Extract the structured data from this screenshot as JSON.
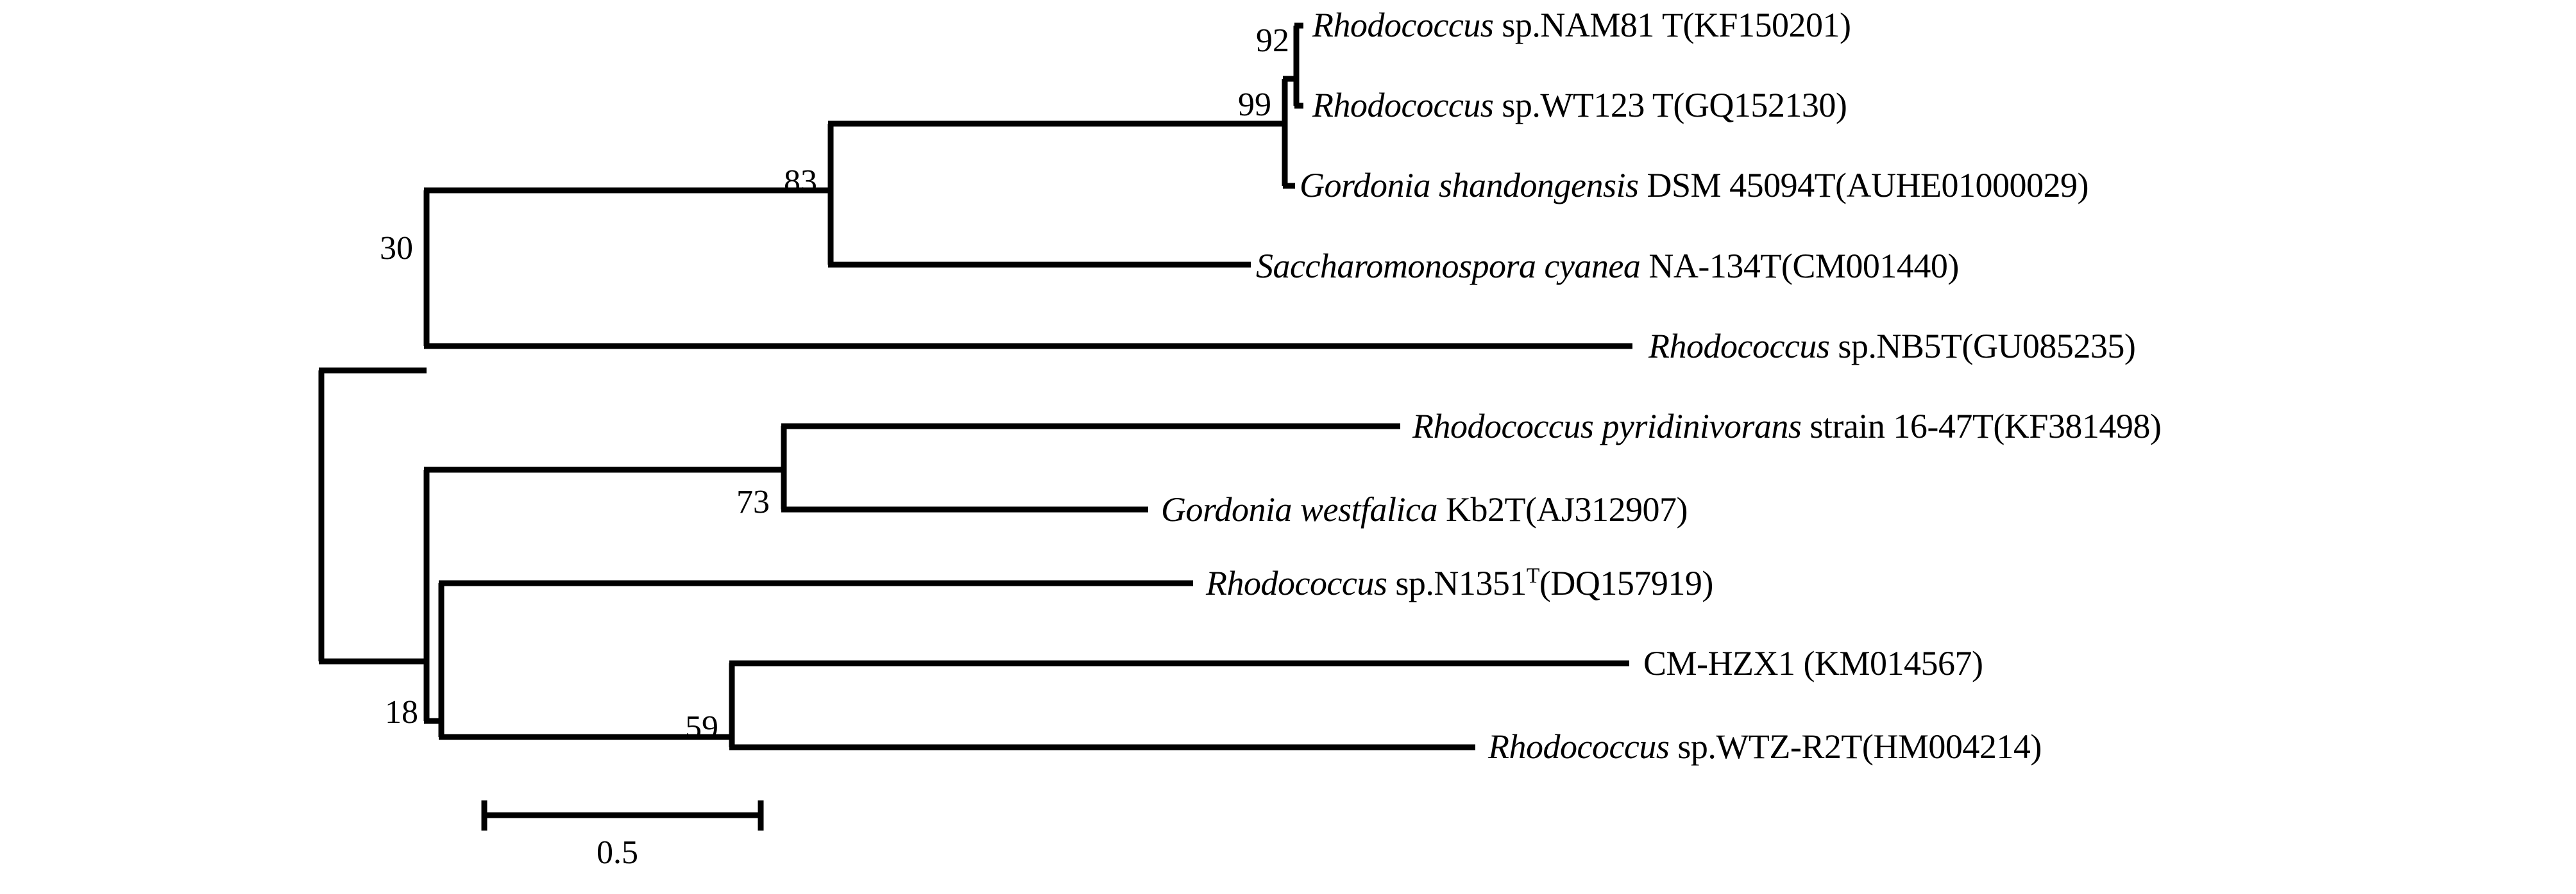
{
  "figure": {
    "kind": "phylogenetic-tree",
    "orientation": "left-to-right",
    "line_color": "#000000",
    "background_color": "#ffffff"
  },
  "taxa": [
    {
      "id": "nam81",
      "genus": "Rhodococcus",
      "rest": " sp.NAM81 T(KF150201)",
      "full": "Rhodococcus sp.NAM81 T(KF150201)"
    },
    {
      "id": "wt123",
      "genus": "Rhodococcus",
      "rest": " sp.WT123 T(GQ152130)",
      "full": "Rhodococcus sp.WT123 T(GQ152130)"
    },
    {
      "id": "shandongensis",
      "genus": "Gordonia shandongensis",
      "rest": " DSM 45094T(AUHE01000029)",
      "full": "Gordonia shandongensis DSM 45094T(AUHE01000029)"
    },
    {
      "id": "cyanea",
      "genus": "Saccharomonospora cyanea",
      "rest": " NA-134T(CM001440)",
      "full": "Saccharomonospora cyanea NA-134T(CM001440)"
    },
    {
      "id": "nb5t",
      "genus": "Rhodococcus",
      "rest": " sp.NB5T(GU085235)",
      "full": "Rhodococcus sp.NB5T(GU085235)"
    },
    {
      "id": "pyridinivorans",
      "genus": "Rhodococcus pyridinivorans",
      "rest": " strain 16-47T(KF381498)",
      "full": "Rhodococcus pyridinivorans strain 16-47T(KF381498)"
    },
    {
      "id": "westfalica",
      "genus": "Gordonia westfalica",
      "rest": " Kb2T(AJ312907)",
      "full": "Gordonia westfalica Kb2T(AJ312907)"
    },
    {
      "id": "n1351",
      "genus": "Rhodococcus",
      "rest": " sp.N1351",
      "sup": "T",
      "tail": "(DQ157919)",
      "full": "Rhodococcus sp.N1351T(DQ157919)"
    },
    {
      "id": "cmhzx1",
      "genus": "",
      "rest": "CM-HZX1 (KM014567)",
      "full": "CM-HZX1 (KM014567)"
    },
    {
      "id": "wtzr2t",
      "genus": "Rhodococcus",
      "rest": " sp.WTZ-R2T(HM004214)",
      "full": "Rhodococcus sp.WTZ-R2T(HM004214)"
    }
  ],
  "support_values": [
    {
      "id": "node-92",
      "value": "92"
    },
    {
      "id": "node-99",
      "value": "99"
    },
    {
      "id": "node-83",
      "value": "83"
    },
    {
      "id": "node-30",
      "value": "30"
    },
    {
      "id": "node-73",
      "value": "73"
    },
    {
      "id": "node-18",
      "value": "18"
    },
    {
      "id": "node-59",
      "value": "59"
    }
  ],
  "scale_bar": {
    "label": "0.5",
    "value": 0.5,
    "pixel_length": 435
  },
  "chart_data": {
    "type": "tree",
    "title": "",
    "newick_topology": "(((((NAM81,WT123)92,shandongensis)99,cyanea)83,NB5T)30,((pyridinivorans,westfalica)73,(N1351,(CM-HZX1,WTZ-R2T)59)18));",
    "leaf_order": [
      "Rhodococcus sp.NAM81 T(KF150201)",
      "Rhodococcus sp.WT123 T(GQ152130)",
      "Gordonia shandongensis DSM 45094T(AUHE01000029)",
      "Saccharomonospora cyanea NA-134T(CM001440)",
      "Rhodococcus sp.NB5T(GU085235)",
      "Rhodococcus pyridinivorans strain 16-47T(KF381498)",
      "Gordonia westfalica Kb2T(AJ312907)",
      "Rhodococcus sp.N1351T(DQ157919)",
      "CM-HZX1 (KM014567)",
      "Rhodococcus sp.WTZ-R2T(HM004214)"
    ],
    "bootstrap_labels": [
      "92",
      "99",
      "83",
      "30",
      "73",
      "18",
      "59"
    ],
    "scale_bar_units": 0.5,
    "grid": false,
    "legend": "none"
  }
}
